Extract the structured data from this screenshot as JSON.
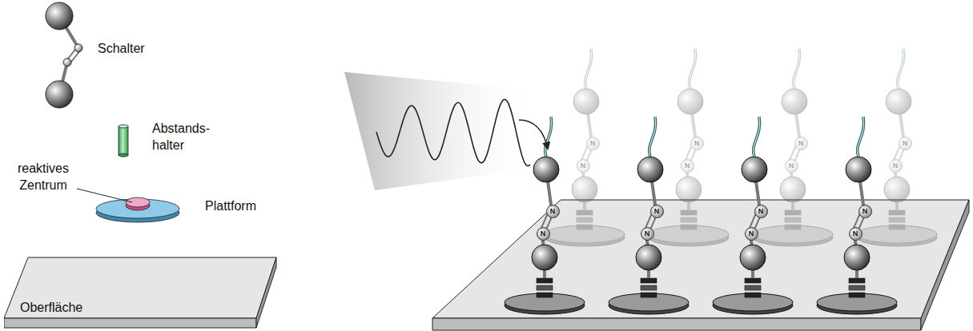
{
  "diagram": {
    "nodes": [
      {
        "text": [
          "Oberfläche"
        ]
      },
      {
        "text": [
          "N"
        ]
      },
      {
        "text": [
          "N"
        ]
      },
      {
        "text": [
          "N"
        ]
      },
      {
        "text": [
          "N"
        ]
      },
      {
        "text": [
          "N"
        ]
      },
      {
        "text": [
          "N"
        ]
      },
      {
        "text": [
          "N"
        ]
      },
      {
        "text": [
          "N"
        ]
      },
      {
        "text": [
          "N"
        ]
      },
      {
        "text": [
          "N"
        ]
      },
      {
        "text": [
          "N"
        ]
      },
      {
        "text": [
          "N"
        ]
      },
      {
        "text": [
          "N"
        ]
      },
      {
        "text": [
          "N"
        ]
      },
      {
        "text": [
          "N"
        ]
      },
      {
        "text": [
          "N"
        ]
      }
    ],
    "edges": [],
    "labels": [
      "Schalter",
      "Abstands- halter",
      "reaktives Zentrum",
      "Plattform"
    ]
  }
}
